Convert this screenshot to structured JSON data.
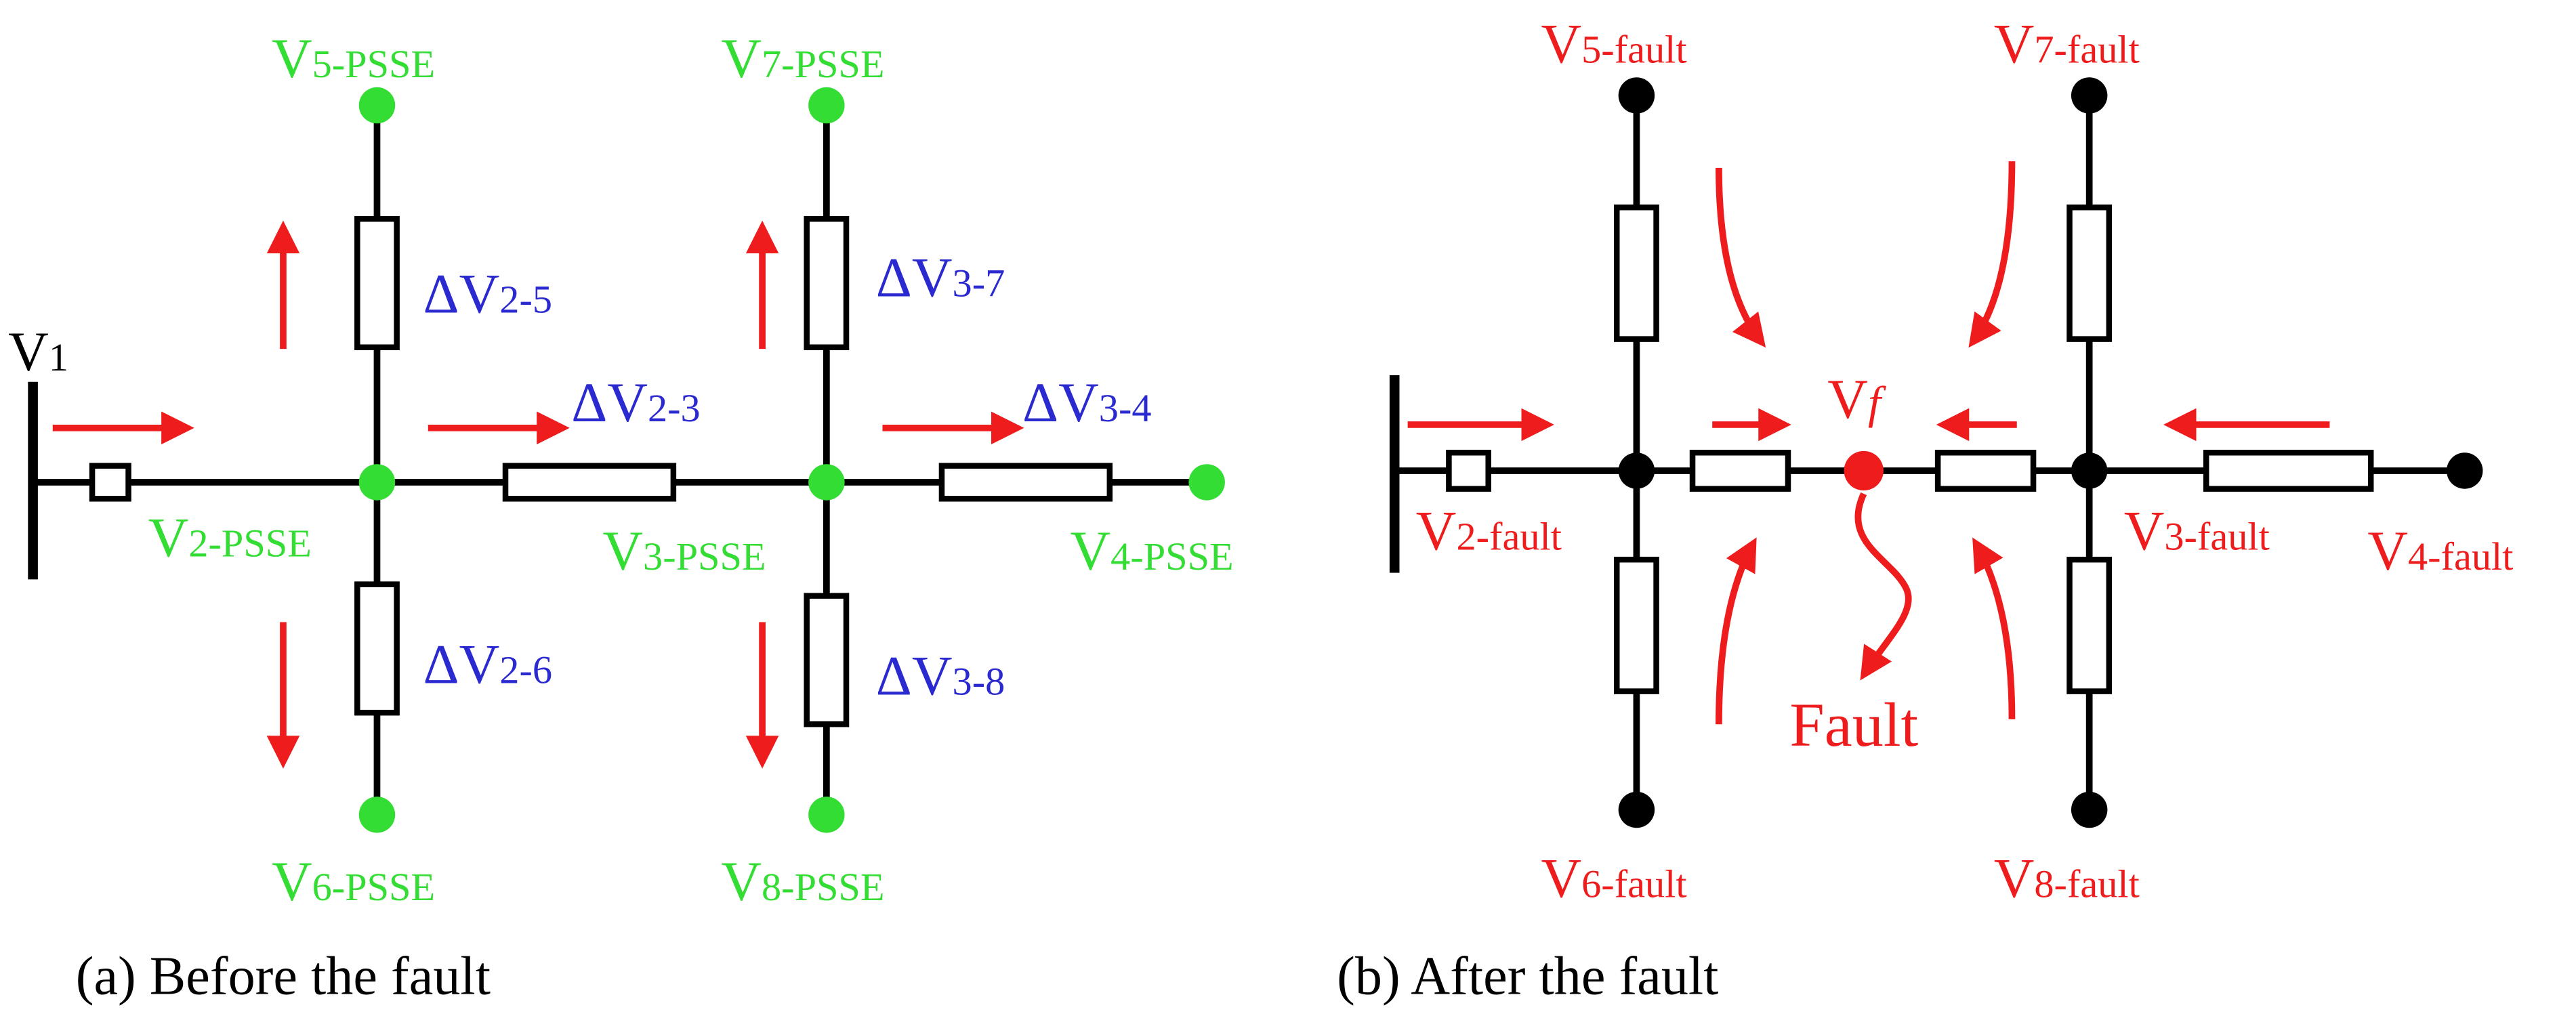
{
  "colors": {
    "wire": "#000000",
    "green": "#33dd33",
    "blue": "#2a2ad0",
    "red": "#ee1c1c",
    "node_black": "#000000"
  },
  "panel_a": {
    "caption": "(a) Before the fault",
    "v1": {
      "main": "V",
      "sub": "1"
    },
    "nodes": [
      {
        "id": "v5",
        "main": "V",
        "sub": "5-PSSE"
      },
      {
        "id": "v7",
        "main": "V",
        "sub": "7-PSSE"
      },
      {
        "id": "v2",
        "main": "V",
        "sub": "2-PSSE"
      },
      {
        "id": "v3",
        "main": "V",
        "sub": "3-PSSE"
      },
      {
        "id": "v4",
        "main": "V",
        "sub": "4-PSSE"
      },
      {
        "id": "v6",
        "main": "V",
        "sub": "6-PSSE"
      },
      {
        "id": "v8",
        "main": "V",
        "sub": "8-PSSE"
      }
    ],
    "drops": [
      {
        "id": "d25",
        "main": "ΔV",
        "sub": "2-5"
      },
      {
        "id": "d23",
        "main": "ΔV",
        "sub": "2-3"
      },
      {
        "id": "d37",
        "main": "ΔV",
        "sub": "3-7"
      },
      {
        "id": "d34",
        "main": "ΔV",
        "sub": "3-4"
      },
      {
        "id": "d26",
        "main": "ΔV",
        "sub": "2-6"
      },
      {
        "id": "d38",
        "main": "ΔV",
        "sub": "3-8"
      }
    ]
  },
  "panel_b": {
    "caption": "(b) After the fault",
    "nodes": [
      {
        "id": "v5",
        "main": "V",
        "sub": "5-fault"
      },
      {
        "id": "v7",
        "main": "V",
        "sub": "7-fault"
      },
      {
        "id": "v2",
        "main": "V",
        "sub": "2-fault"
      },
      {
        "id": "v3",
        "main": "V",
        "sub": "3-fault"
      },
      {
        "id": "v4",
        "main": "V",
        "sub": "4-fault"
      },
      {
        "id": "v6",
        "main": "V",
        "sub": "6-fault"
      },
      {
        "id": "v8",
        "main": "V",
        "sub": "8-fault"
      }
    ],
    "vf": {
      "main": "V",
      "sub": "f"
    },
    "fault_label": "Fault"
  }
}
